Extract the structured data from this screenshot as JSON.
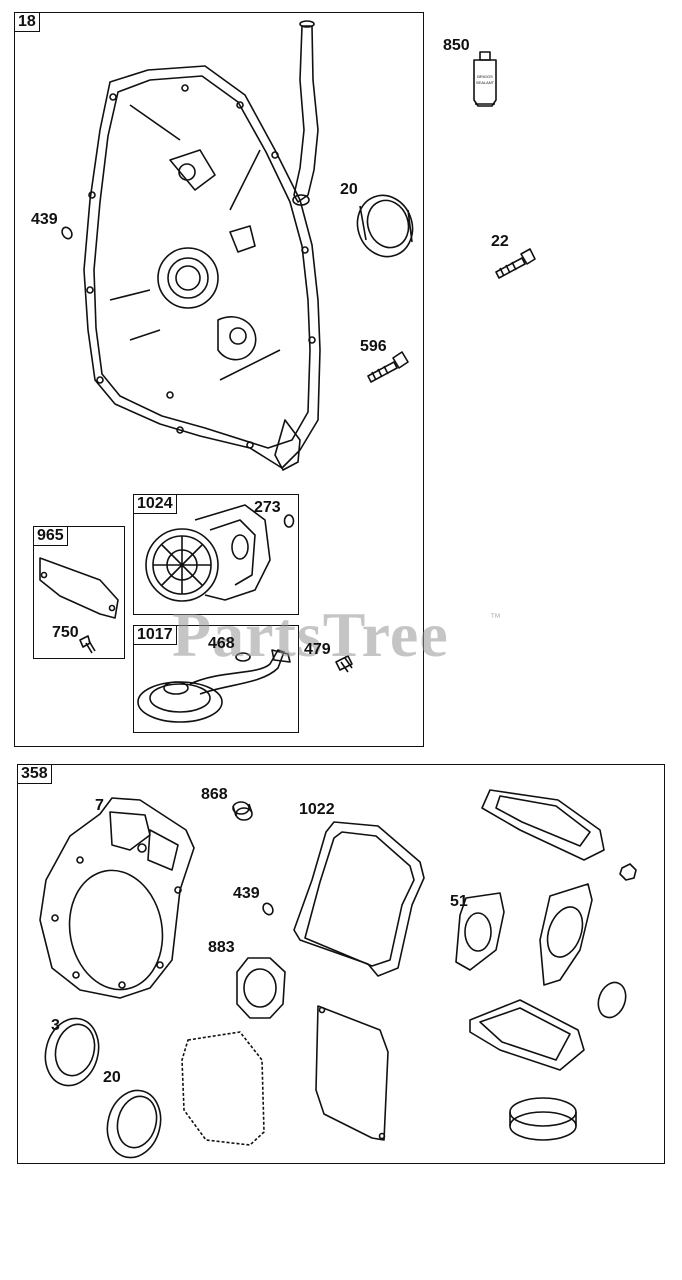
{
  "watermark": {
    "text": "PartsTree",
    "tm": "™"
  },
  "sealant_tube_text": [
    "BRIGGS",
    "SEALANT"
  ],
  "colors": {
    "line": "#111111",
    "watermark": "#969696"
  },
  "group_upper": {
    "tag": "18",
    "labels": {
      "p439": "439",
      "p20": "20",
      "p596": "596"
    },
    "sub_oil_pump": {
      "tag": "1024",
      "label_273": "273"
    },
    "sub_cover": {
      "tag": "965",
      "label_750": "750"
    },
    "sub_pickup": {
      "tag": "1017",
      "label_468": "468",
      "label_479": "479"
    }
  },
  "outside": {
    "p850": "850",
    "p22": "22"
  },
  "group_gasket_set": {
    "tag": "358",
    "labels": {
      "p7": "7",
      "p868": "868",
      "p1022": "1022",
      "p439": "439",
      "p51": "51",
      "p883": "883",
      "p3": "3",
      "p20": "20"
    }
  }
}
